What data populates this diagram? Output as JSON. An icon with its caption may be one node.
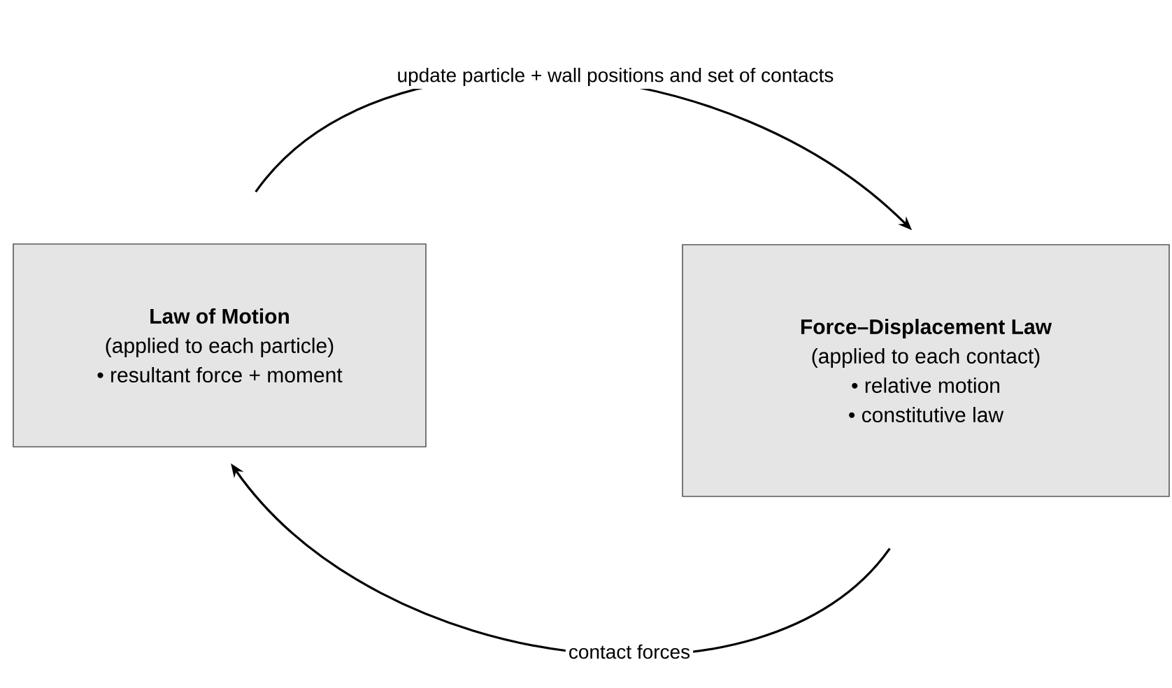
{
  "diagram": {
    "nodes": [
      {
        "text": [
          "Law of Motion",
          "(applied to each particle)",
          "• resultant force + moment"
        ]
      },
      {
        "text": [
          "Force–Displacement Law",
          "(applied to each contact)",
          "• relative motion",
          "• constitutive law"
        ]
      }
    ],
    "edges": [
      {
        "from": 0,
        "to": 1,
        "arrow": "to",
        "label": "update particle + wall positions and set of contacts"
      },
      {
        "from": 1,
        "to": 0,
        "arrow": "to",
        "label": "contact forces"
      }
    ]
  }
}
